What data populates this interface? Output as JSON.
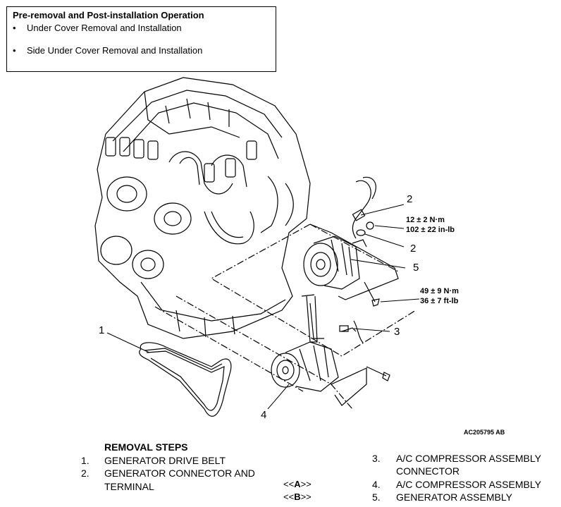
{
  "note": {
    "title": "Pre-removal and Post-installation Operation",
    "bullet": "•",
    "items": [
      "Under Cover Removal and Installation",
      "Side Under Cover Removal and Installation"
    ]
  },
  "callouts": [
    "1",
    "2",
    "2",
    "3",
    "4",
    "5"
  ],
  "torque": {
    "t1_line1": "12 ± 2 N·m",
    "t1_line2": "102 ± 22 in-lb",
    "t2_line1": "49 ± 9 N·m",
    "t2_line2": "36 ± 7 ft-lb"
  },
  "figure_code": "AC205795 AB",
  "removal": {
    "title": "REMOVAL STEPS",
    "steps": [
      {
        "num": "1.",
        "text": "GENERATOR DRIVE BELT"
      },
      {
        "num": "2.",
        "text": "GENERATOR CONNECTOR AND",
        "text2": "TERMINAL"
      },
      {
        "num": "3.",
        "text": "A/C COMPRESSOR ASSEMBLY",
        "text2": "CONNECTOR"
      },
      {
        "num": "4.",
        "text": "A/C COMPRESSOR ASSEMBLY",
        "marker_pre": "<<",
        "marker_letter": "A",
        "marker_post": ">>"
      },
      {
        "num": "5.",
        "text": "GENERATOR ASSEMBLY",
        "marker_pre": "<<",
        "marker_letter": "B",
        "marker_post": ">>"
      }
    ]
  }
}
